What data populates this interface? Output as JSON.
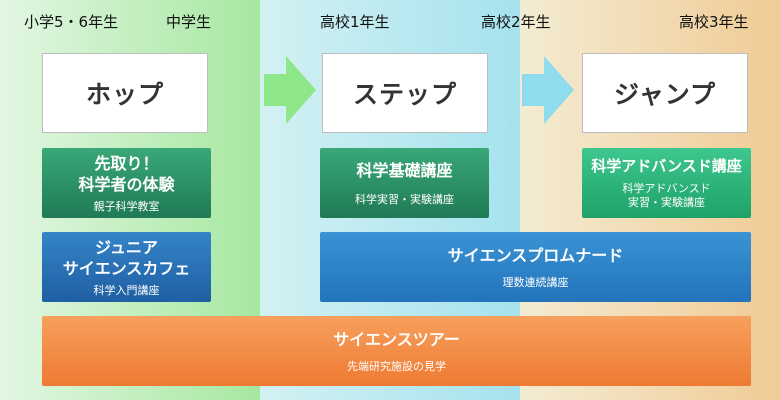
{
  "grades": [
    "小学5・6年生",
    "中学生",
    "高校1年生",
    "高校2年生",
    "高校3年生"
  ],
  "stages": {
    "hop": "ホップ",
    "step": "ステップ",
    "jump": "ジャンプ"
  },
  "programs": {
    "sakidori": {
      "title": "先取り！\n科学者の体験",
      "sub": "親子科学教室"
    },
    "junior_cafe": {
      "title": "ジュニア\nサイエンスカフェ",
      "sub": "科学入門講座"
    },
    "kiso": {
      "title": "科学基礎講座",
      "sub": "科学実習・実験講座"
    },
    "advanced": {
      "title": "科学アドバンスド講座",
      "sub": "科学アドバンスド\n実習・実験講座"
    },
    "promenade": {
      "title": "サイエンスプロムナード",
      "sub": "理数連続講座"
    },
    "tour": {
      "title": "サイエンスツアー",
      "sub": "先端研究施設の見学"
    }
  },
  "colors": {
    "arrow1": "#8ee88a",
    "arrow2": "#8edcee"
  }
}
